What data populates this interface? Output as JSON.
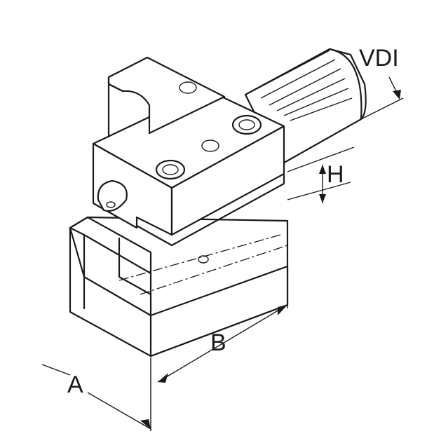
{
  "labels": {
    "vdi": "VDI",
    "h": "H",
    "b": "B",
    "a": "A"
  }
}
